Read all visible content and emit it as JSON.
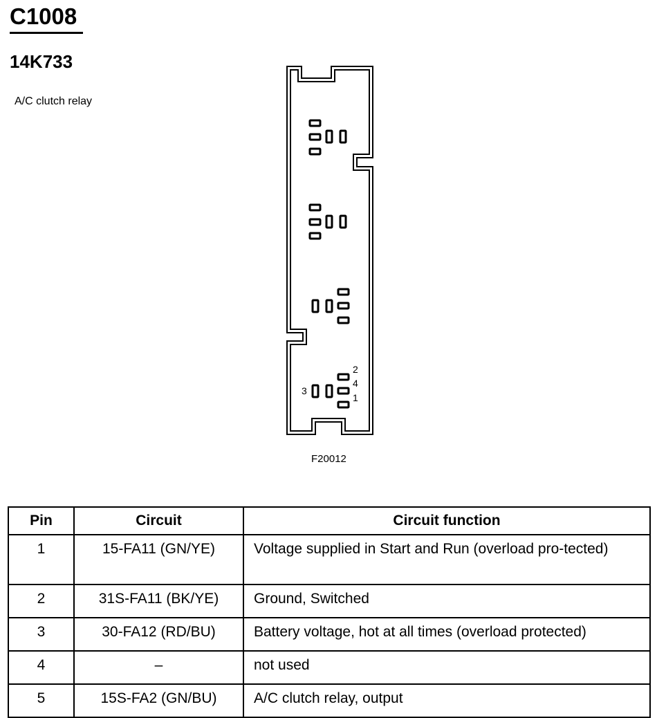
{
  "connector": "C1008",
  "part_number": "14K733",
  "description": "A/C clutch relay",
  "figure_id": "F20012",
  "pin_labels": {
    "p2": "2",
    "p4": "4",
    "p1": "1",
    "p3": "3"
  },
  "table": {
    "headers": [
      "Pin",
      "Circuit",
      "Circuit function"
    ],
    "rows": [
      {
        "pin": "1",
        "circuit": "15-FA11 (GN/YE)",
        "function": "Voltage supplied in Start and Run (overload pro-tected)"
      },
      {
        "pin": "2",
        "circuit": "31S-FA11 (BK/YE)",
        "function": "Ground, Switched"
      },
      {
        "pin": "3",
        "circuit": "30-FA12 (RD/BU)",
        "function": "Battery voltage, hot at all times (overload protected)"
      },
      {
        "pin": "4",
        "circuit": "–",
        "function": "not used"
      },
      {
        "pin": "5",
        "circuit": "15S-FA2 (GN/BU)",
        "function": "A/C clutch relay, output"
      }
    ]
  }
}
